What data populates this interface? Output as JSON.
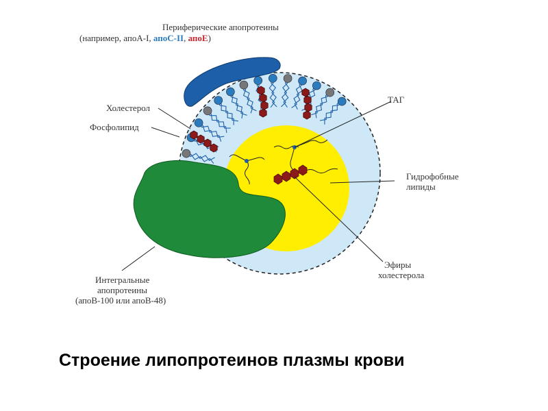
{
  "diagram": {
    "labels": {
      "peripheral_title": "Периферические апопротеины",
      "peripheral_examples_prefix": "(например, апоА-I, ",
      "peripheral_apoC": "апоС-II",
      "peripheral_sep": ", ",
      "peripheral_apoE": "апоЕ",
      "peripheral_close": ")",
      "cholesterol": "Холестерол",
      "phospholipid": "Фосфолипид",
      "tag": "ТАГ",
      "hydrophobic_line1": "Гидрофобные",
      "hydrophobic_line2": "липиды",
      "esters_line1": "Эфиры",
      "esters_line2": "холестерола",
      "integral_line1": "Интегральные",
      "integral_line2": "апопротеины",
      "integral_line3": "(апоВ-100 или апоВ-48)"
    },
    "colors": {
      "shell": "#cfe8f7",
      "core": "#ffee00",
      "integral_protein": "#1f8a3a",
      "peripheral_protein": "#1d5fa8",
      "apoC": "#2b7bbf",
      "apoE": "#c0272d",
      "cholesterol": "#8b1a1a",
      "head_blue": "#2b7bbf",
      "head_gray": "#777777"
    }
  },
  "caption": "Строение липопротеинов плазмы крови"
}
